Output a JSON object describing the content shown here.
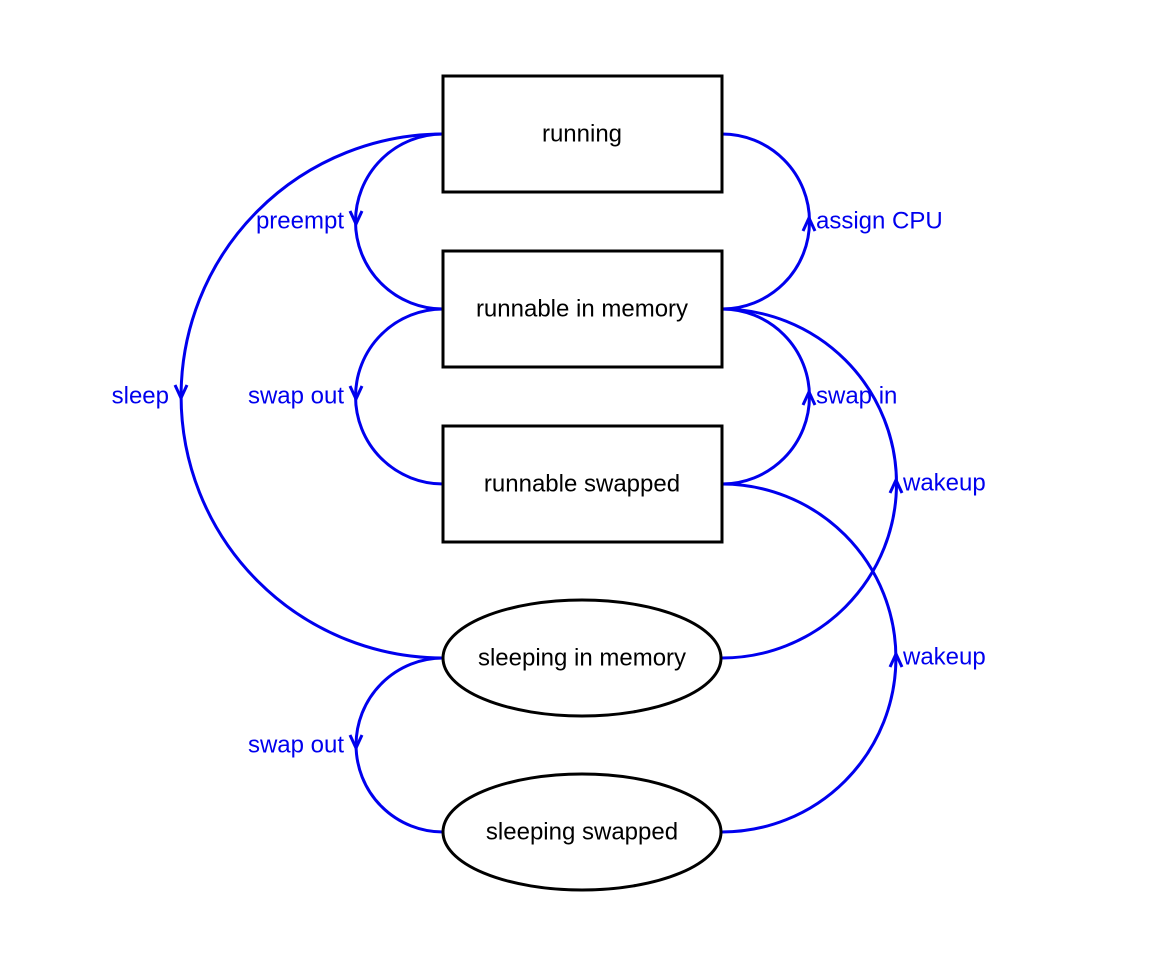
{
  "diagram": {
    "edge_color": "#0000ee",
    "node_color": "#000000",
    "states": [
      {
        "id": "running",
        "label": "running",
        "shape": "rect"
      },
      {
        "id": "runnable-in-memory",
        "label": "runnable in memory",
        "shape": "rect"
      },
      {
        "id": "runnable-swapped",
        "label": "runnable swapped",
        "shape": "rect"
      },
      {
        "id": "sleeping-in-memory",
        "label": "sleeping in memory",
        "shape": "ellipse"
      },
      {
        "id": "sleeping-swapped",
        "label": "sleeping swapped",
        "shape": "ellipse"
      }
    ],
    "transitions": [
      {
        "id": "preempt",
        "label": "preempt",
        "from": "running",
        "to": "runnable-in-memory"
      },
      {
        "id": "assign-cpu",
        "label": "assign CPU",
        "from": "runnable-in-memory",
        "to": "running"
      },
      {
        "id": "swap-out-runnable",
        "label": "swap out",
        "from": "runnable-in-memory",
        "to": "runnable-swapped"
      },
      {
        "id": "swap-in",
        "label": "swap in",
        "from": "runnable-swapped",
        "to": "runnable-in-memory"
      },
      {
        "id": "sleep",
        "label": "sleep",
        "from": "running",
        "to": "sleeping-in-memory"
      },
      {
        "id": "wakeup-memory",
        "label": "wakeup",
        "from": "sleeping-in-memory",
        "to": "runnable-in-memory"
      },
      {
        "id": "wakeup-swapped",
        "label": "wakeup",
        "from": "sleeping-swapped",
        "to": "runnable-swapped"
      },
      {
        "id": "swap-out-sleeping",
        "label": "swap out",
        "from": "sleeping-in-memory",
        "to": "sleeping-swapped"
      }
    ]
  }
}
